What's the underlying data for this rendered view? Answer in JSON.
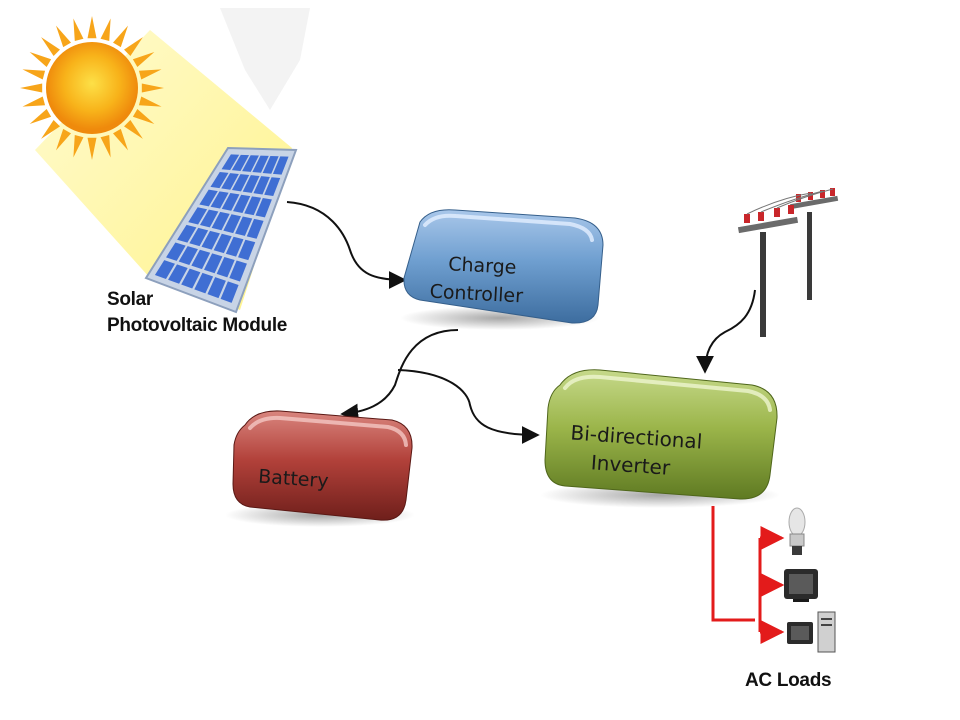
{
  "diagram": {
    "colors": {
      "charge_controller": "#6e9fcf",
      "inverter": "#9bb54a",
      "battery": "#b2413a",
      "ac_wire": "#e31b1b",
      "arrow": "#111111",
      "panel_cell": "#3f6ed3",
      "sun": "#f5a311",
      "sun_beam": "#fff7a8"
    },
    "solar_module": {
      "line1": "Solar",
      "line2": "Photovoltaic Module",
      "icon": "solar-panel-icon"
    },
    "charge_controller": {
      "line1": "Charge",
      "line2": "Controller"
    },
    "inverter": {
      "line1": "Bi-directional",
      "line2": "Inverter"
    },
    "battery": {
      "label": "Battery"
    },
    "grid": {
      "icon": "utility-pole-icon"
    },
    "ac_loads": {
      "label": "AC Loads",
      "items": [
        "light-bulb-icon",
        "television-icon",
        "computer-icon"
      ]
    }
  }
}
